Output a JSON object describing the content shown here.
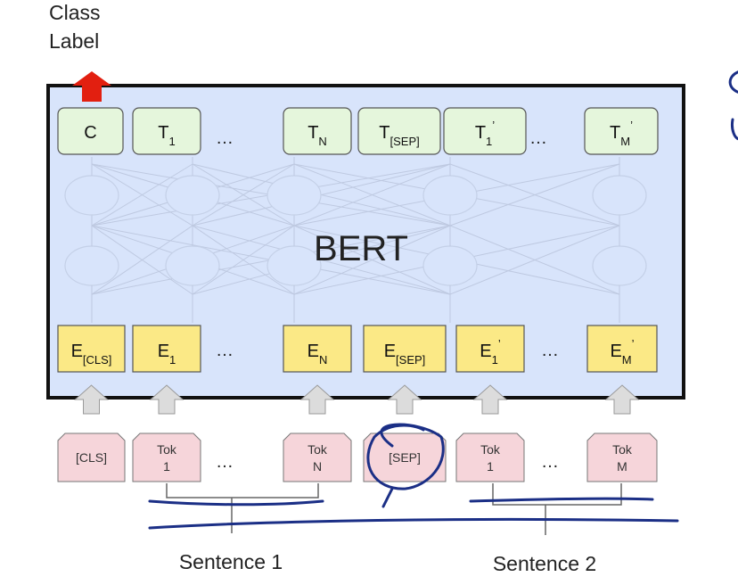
{
  "class_label": [
    "Class",
    "Label"
  ],
  "model_name": "BERT",
  "ellipsis": "…",
  "outputs": [
    {
      "main": "C",
      "sub": "",
      "prime": ""
    },
    {
      "main": "T",
      "sub": "1",
      "prime": ""
    },
    {
      "main": "T",
      "sub": "N",
      "prime": ""
    },
    {
      "main": "T",
      "sub": "[SEP]",
      "prime": ""
    },
    {
      "main": "T",
      "sub": "1",
      "prime": "’"
    },
    {
      "main": "T",
      "sub": "M",
      "prime": "’"
    }
  ],
  "embeddings": [
    {
      "main": "E",
      "sub": "[CLS]",
      "prime": ""
    },
    {
      "main": "E",
      "sub": "1",
      "prime": ""
    },
    {
      "main": "E",
      "sub": "N",
      "prime": ""
    },
    {
      "main": "E",
      "sub": "[SEP]",
      "prime": ""
    },
    {
      "main": "E",
      "sub": "1",
      "prime": "’"
    },
    {
      "main": "E",
      "sub": "M",
      "prime": "’"
    }
  ],
  "tokens": [
    {
      "line1": "[CLS]",
      "line2": ""
    },
    {
      "line1": "Tok",
      "line2": "1"
    },
    {
      "line1": "Tok",
      "line2": "N"
    },
    {
      "line1": "[SEP]",
      "line2": ""
    },
    {
      "line1": "Tok",
      "line2": "1"
    },
    {
      "line1": "Tok",
      "line2": "M"
    }
  ],
  "sentences": [
    "Sentence 1",
    "Sentence 2"
  ],
  "colors": {
    "bert_fill": "#d8e4fb",
    "output_fill": "#e5f6dc",
    "embedding_fill": "#fbe986",
    "token_fill": "#f6d5da",
    "arrow_out": "#e21f10",
    "annotation": "#1b2f86"
  }
}
